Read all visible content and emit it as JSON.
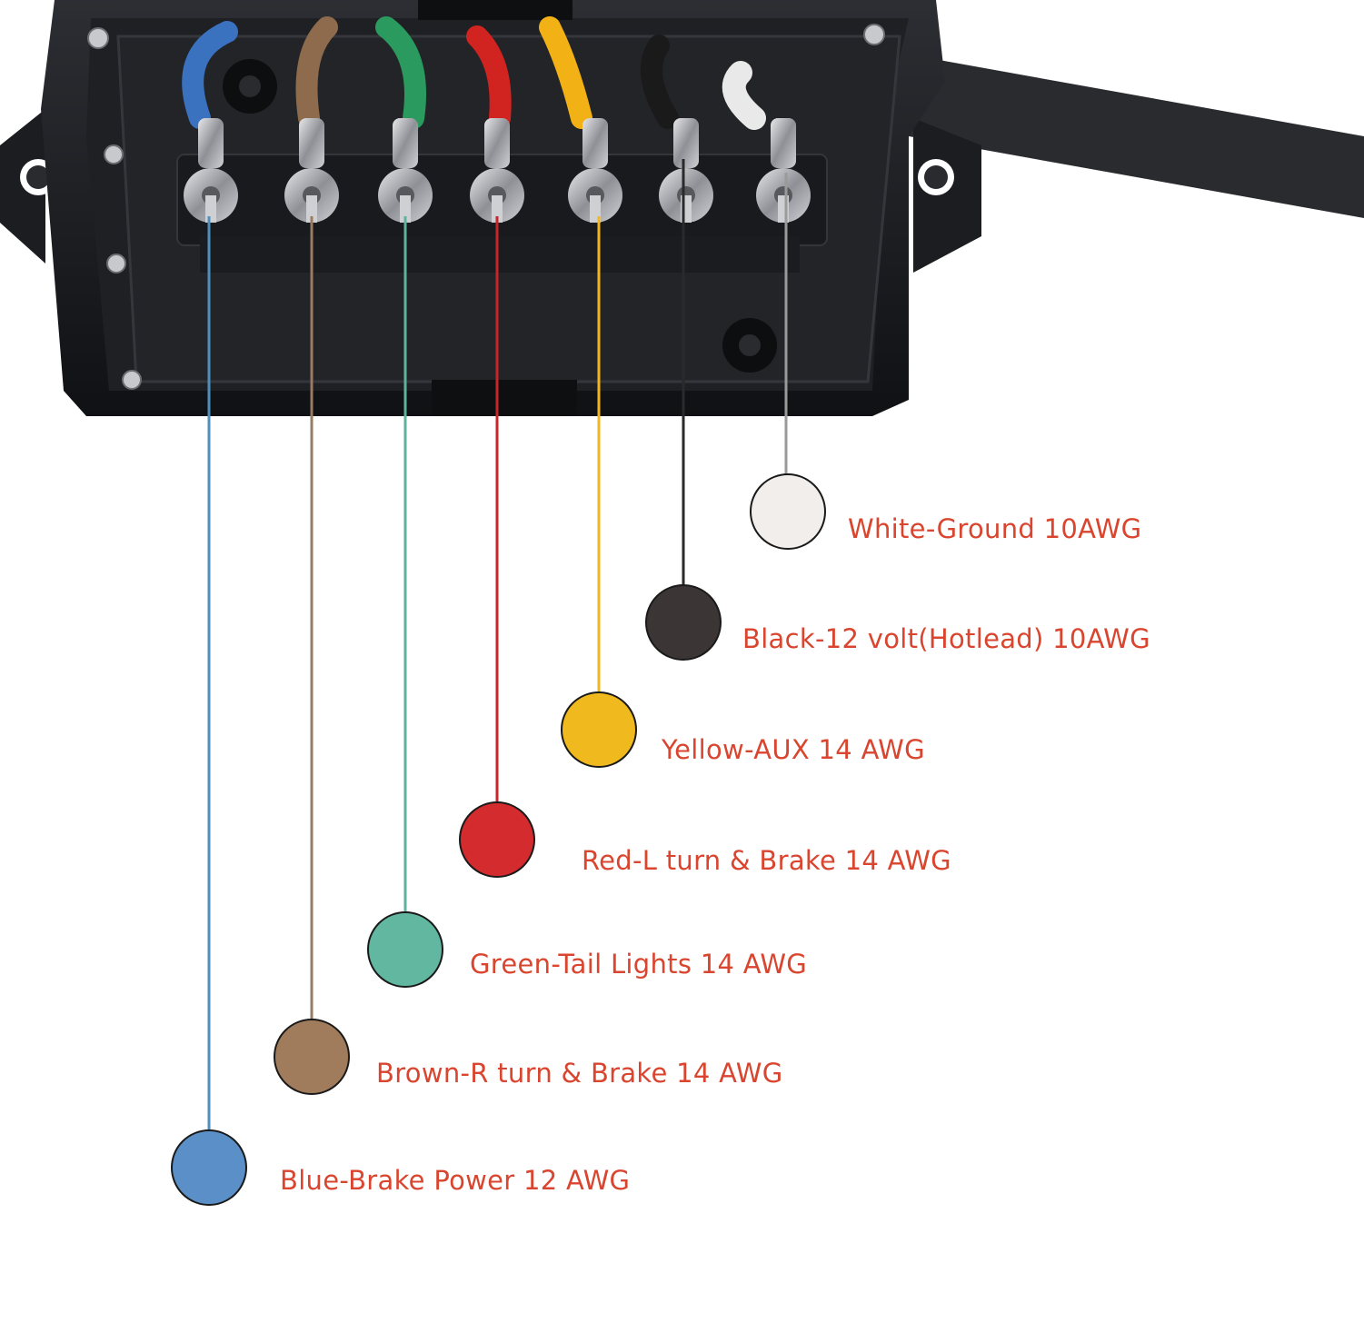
{
  "wires": [
    {
      "id": "blue",
      "label": "Blue-Brake Power 12 AWG",
      "color": "#5a8fc8",
      "line": "#4f8fbd"
    },
    {
      "id": "brown",
      "label": "Brown-R turn & Brake 14 AWG",
      "color": "#a07c5c",
      "line": "#9a7b62"
    },
    {
      "id": "green",
      "label": "Green-Tail Lights 14 AWG",
      "color": "#62b7a0",
      "line": "#5fb39b"
    },
    {
      "id": "red",
      "label": "Red-L turn & Brake 14 AWG",
      "color": "#d42b2e",
      "line": "#c8252a"
    },
    {
      "id": "yellow",
      "label": "Yellow-AUX 14 AWG",
      "color": "#f0ba1f",
      "line": "#efb822"
    },
    {
      "id": "black",
      "label": "Black-12 volt(Hotlead) 10AWG",
      "color": "#3b3536",
      "line": "#2a2a2a"
    },
    {
      "id": "white",
      "label": "White-Ground 10AWG",
      "color": "#f1eeec",
      "line": "#9a9a9a"
    }
  ],
  "colors": {
    "label_text": "#d9452e",
    "box_body": "#16171a",
    "box_inner": "#26282c"
  }
}
